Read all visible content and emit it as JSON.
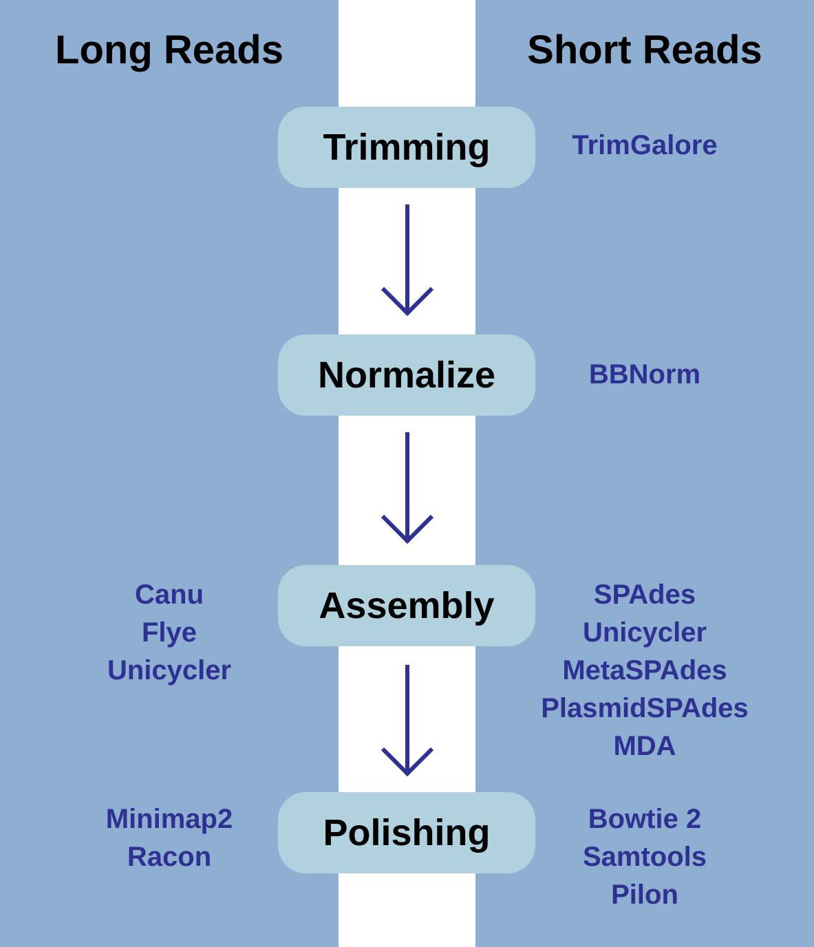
{
  "columns": {
    "left_title": "Long Reads",
    "right_title": "Short Reads"
  },
  "steps": [
    {
      "label": "Trimming",
      "long_tools": [],
      "short_tools": [
        "TrimGalore"
      ]
    },
    {
      "label": "Normalize",
      "long_tools": [],
      "short_tools": [
        "BBNorm"
      ]
    },
    {
      "label": "Assembly",
      "long_tools": [
        "Canu",
        "Flye",
        "Unicycler"
      ],
      "short_tools": [
        "SPAdes",
        "Unicycler",
        "MetaSPAdes",
        "PlasmidSPAdes",
        "MDA"
      ]
    },
    {
      "label": "Polishing",
      "long_tools": [
        "Minimap2",
        "Racon"
      ],
      "short_tools": [
        "Bowtie 2",
        "Samtools",
        "Pilon"
      ]
    }
  ],
  "colors": {
    "panel": "#8fafd2",
    "step_box": "#b0d1dd",
    "tool_text": "#2e3192",
    "arrow": "#2e3192"
  }
}
